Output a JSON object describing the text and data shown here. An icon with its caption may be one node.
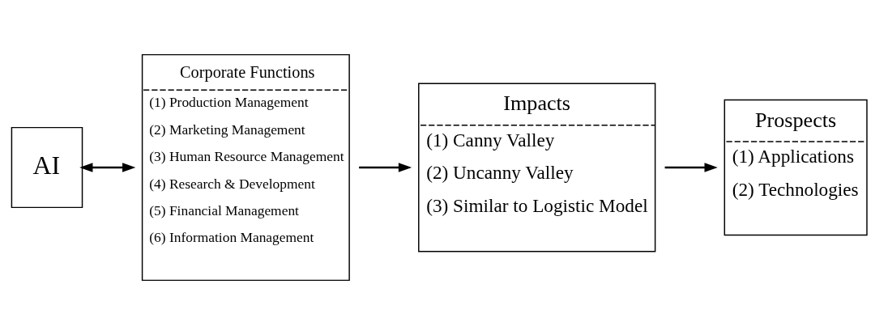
{
  "diagram": {
    "nodes": [
      {
        "text": [
          "AI"
        ]
      },
      {
        "text": [
          "Corporate Functions",
          "(1) Production Management",
          "(2) Marketing Management",
          "(3) Human Resource Management",
          "(4) Research & Development",
          "(5) Financial Management",
          "(6) Information Management"
        ]
      },
      {
        "text": [
          "Impacts",
          "(1) Canny Valley",
          "(2) Uncanny Valley",
          "(3) Similar to Logistic Model"
        ]
      },
      {
        "text": [
          "Prospects",
          "(1) Applications",
          "(2) Technologies"
        ]
      }
    ],
    "edges": [
      {
        "from": 0,
        "to": 1,
        "arrow": "both"
      },
      {
        "from": 1,
        "to": 2,
        "arrow": "to"
      },
      {
        "from": 2,
        "to": 3,
        "arrow": "to"
      }
    ]
  }
}
